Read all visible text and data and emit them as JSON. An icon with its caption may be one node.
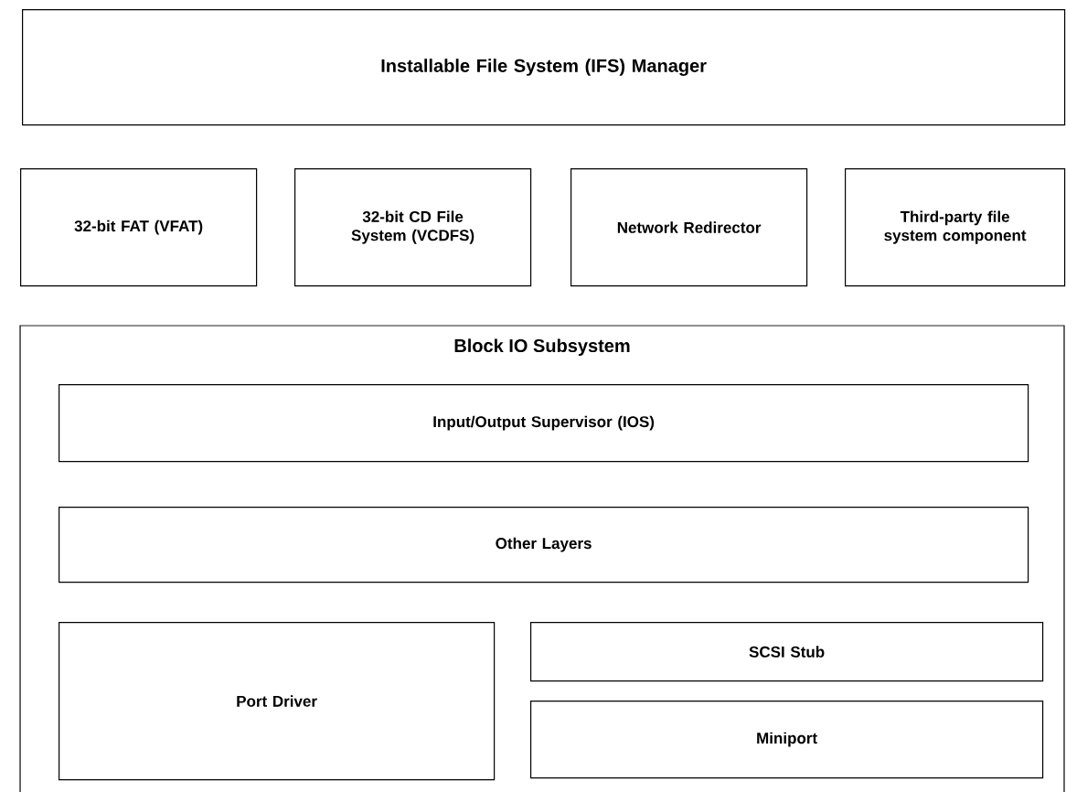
{
  "diagram": {
    "nodes": [
      {
        "text": [
          "Installable File System (IFS) Manager"
        ]
      },
      {
        "text": [
          "32-bit FAT (VFAT)"
        ]
      },
      {
        "text": [
          "32-bit CD File System (VCDFS)"
        ]
      },
      {
        "text": [
          "Network Redirector"
        ]
      },
      {
        "text": [
          "Third-party file system component"
        ]
      },
      {
        "text": [
          "Block IO Subsystem"
        ]
      },
      {
        "text": [
          "Input/Output Supervisor (IOS)"
        ],
        "in": 5
      },
      {
        "text": [
          "Other Layers"
        ],
        "in": 5
      },
      {
        "text": [
          "Port Driver"
        ],
        "in": 5
      },
      {
        "text": [
          "SCSI Stub"
        ],
        "in": 5
      },
      {
        "text": [
          "Miniport"
        ],
        "in": 5
      }
    ],
    "edges": []
  }
}
